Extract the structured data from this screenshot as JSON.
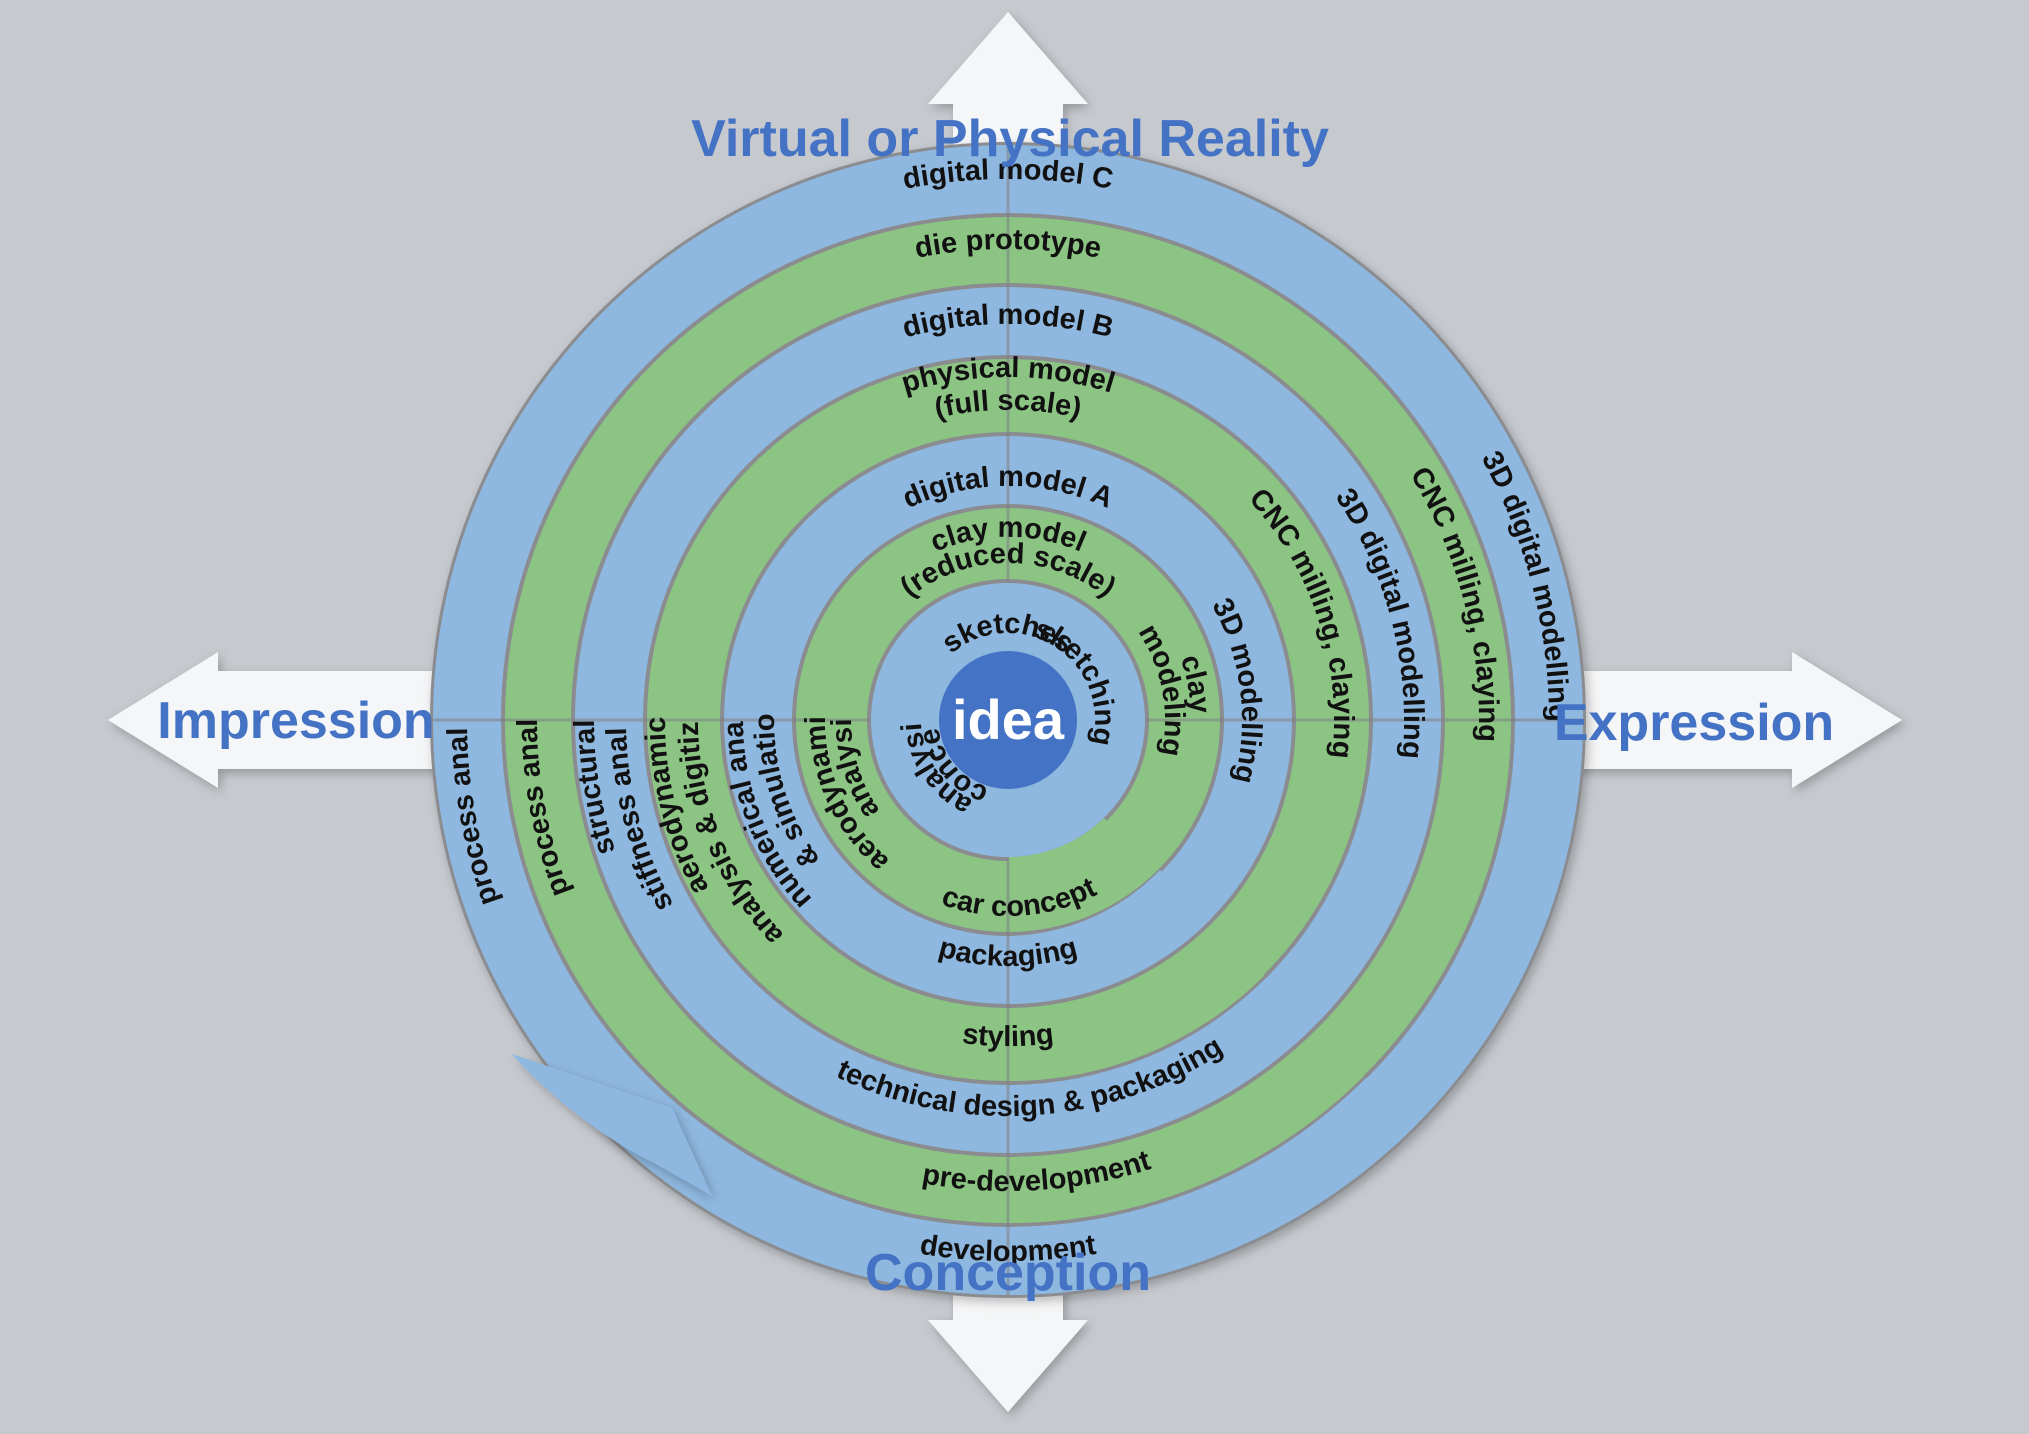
{
  "axes": {
    "top": "Virtual or Physical Reality",
    "bottom": "Conception",
    "left": "Impression",
    "right": "Expression"
  },
  "center": "idea",
  "rings": {
    "r1_top": "sketches",
    "r1_right": "sketching",
    "r1_left_1": "concept",
    "r1_left_2": "analysis",
    "r2_top_1": "clay model",
    "r2_top_2": "(reduced scale)",
    "r2_right_1": "clay",
    "r2_right_2": "modeling",
    "r2_left_1": "aerodynamical",
    "r2_left_2": "analysis",
    "r2_bottom": "car concept",
    "r3_top": "digital model A",
    "r3_right": "3D modelling",
    "r3_left_1": "numerical analysis",
    "r3_left_2": "& simulatioin",
    "r3_bottom": "packaging",
    "r4_top_1": "physical model",
    "r4_top_2": "(full scale)",
    "r4_right": "CNC milling, claying",
    "r4_left_1": "aerodynamic",
    "r4_left_2": "analysis & digitizing",
    "r4_bottom": "styling",
    "r5_top": "digital model B",
    "r5_right": "3D digital modelling",
    "r5_left_1": "structural &",
    "r5_left_2": "stiffness analysis",
    "r5_bottom": "technical design & packaging",
    "r6_top": "die prototype",
    "r6_right": "CNC milling, claying",
    "r6_left": "process analysis",
    "r6_bottom": "pre-development",
    "r7_top": "digital model C",
    "r7_right": "3D digital  modelling",
    "r7_left": "process analysis",
    "r7_bottom": "development"
  },
  "colors": {
    "background": "#c6c9ce",
    "blue_band": "#8fb8e0",
    "green_band": "#8cc483",
    "gap": "#8a8c90",
    "center_circle": "#4472c4",
    "axis_text": "#4472c4",
    "arrow_fill": "#f5f6f7"
  }
}
